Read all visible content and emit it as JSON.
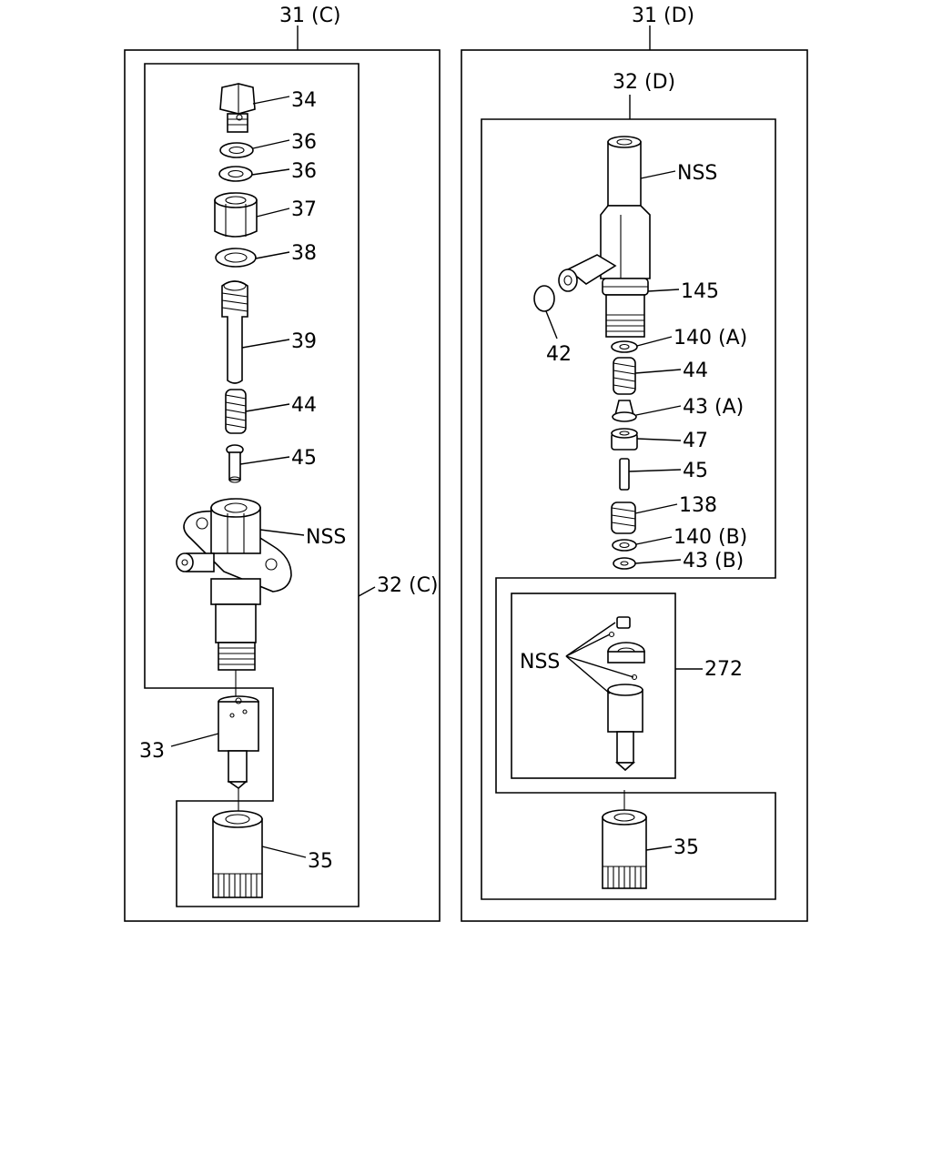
{
  "groups": {
    "left_assembly": "31 (C)",
    "right_assembly": "31 (D)",
    "left_holder": "32 (C)",
    "right_holder": "32 (D)"
  },
  "left_labels": {
    "p34": "34",
    "p36a": "36",
    "p36b": "36",
    "p37": "37",
    "p38": "38",
    "p39": "39",
    "p44": "44",
    "p45": "45",
    "nss": "NSS",
    "p33": "33",
    "p35": "35"
  },
  "right_labels": {
    "nss_body": "NSS",
    "p145": "145",
    "p42": "42",
    "p140a": "140 (A)",
    "p44": "44",
    "p43a": "43 (A)",
    "p47": "47",
    "p45": "45",
    "p138": "138",
    "p140b": "140 (B)",
    "p43b": "43 (B)",
    "nss_kit": "NSS",
    "p272": "272",
    "p35": "35"
  }
}
